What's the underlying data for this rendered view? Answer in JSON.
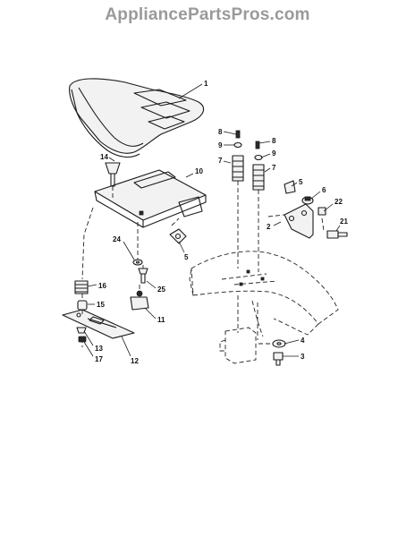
{
  "watermark": "AppliancePartsPros.com",
  "callouts": {
    "c1": "1",
    "c2": "2",
    "c3": "3",
    "c4": "4",
    "c5a": "5",
    "c5b": "5",
    "c6": "6",
    "c7a": "7",
    "c7b": "7",
    "c8a": "8",
    "c8b": "8",
    "c9a": "9",
    "c9b": "9",
    "c10": "10",
    "c11": "11",
    "c12": "12",
    "c13": "13",
    "c14": "14",
    "c15": "15",
    "c16": "16",
    "c17": "17",
    "c21": "21",
    "c22": "22",
    "c24": "24",
    "c25": "25"
  }
}
